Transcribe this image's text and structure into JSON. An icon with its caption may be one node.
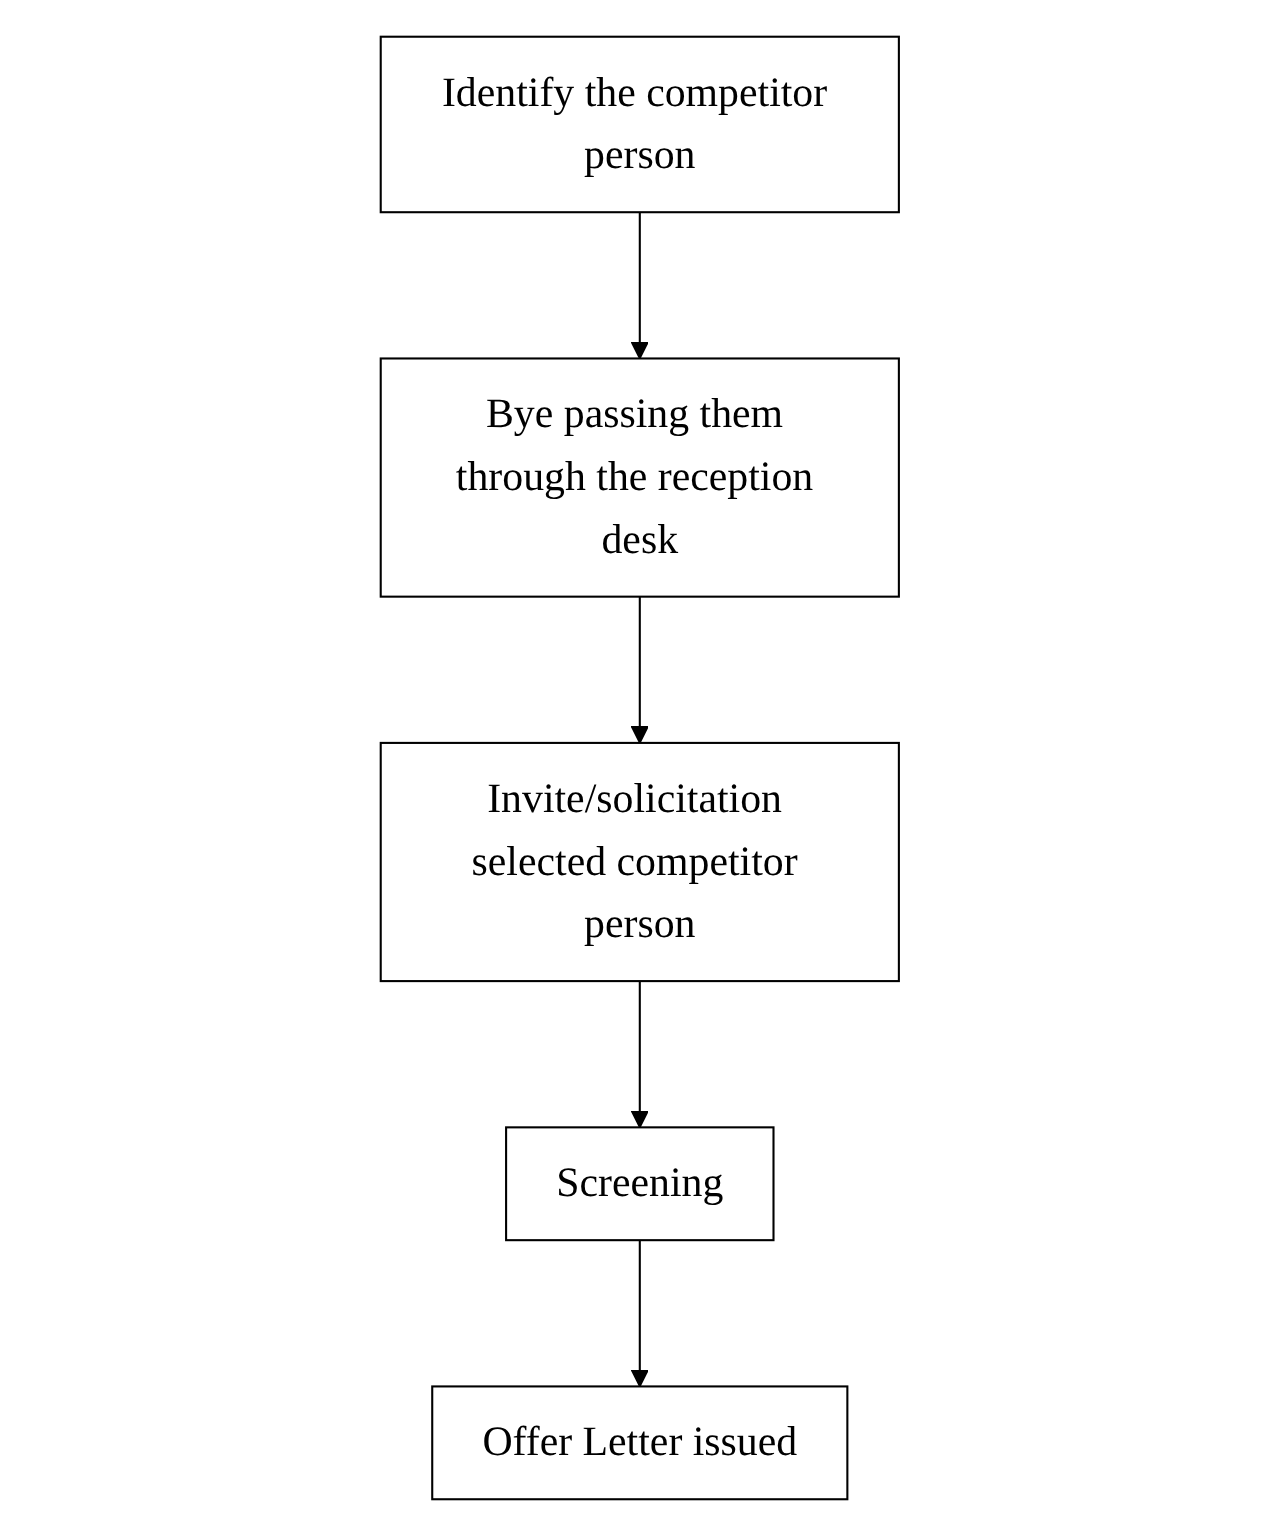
{
  "diagram": {
    "nodes": [
      {
        "text": [
          "Identify the competitor person"
        ]
      },
      {
        "text": [
          "Bye passing them through the reception desk"
        ]
      },
      {
        "text": [
          "Invite/solicitation selected competitor person"
        ]
      },
      {
        "text": [
          "Screening"
        ]
      },
      {
        "text": [
          "Offer Letter issued"
        ]
      }
    ],
    "edges": [
      {
        "from": 0,
        "to": 1,
        "arrow": "to"
      },
      {
        "from": 1,
        "to": 2,
        "arrow": "to"
      },
      {
        "from": 2,
        "to": 3,
        "arrow": "to"
      },
      {
        "from": 3,
        "to": 4,
        "arrow": "to"
      }
    ]
  }
}
